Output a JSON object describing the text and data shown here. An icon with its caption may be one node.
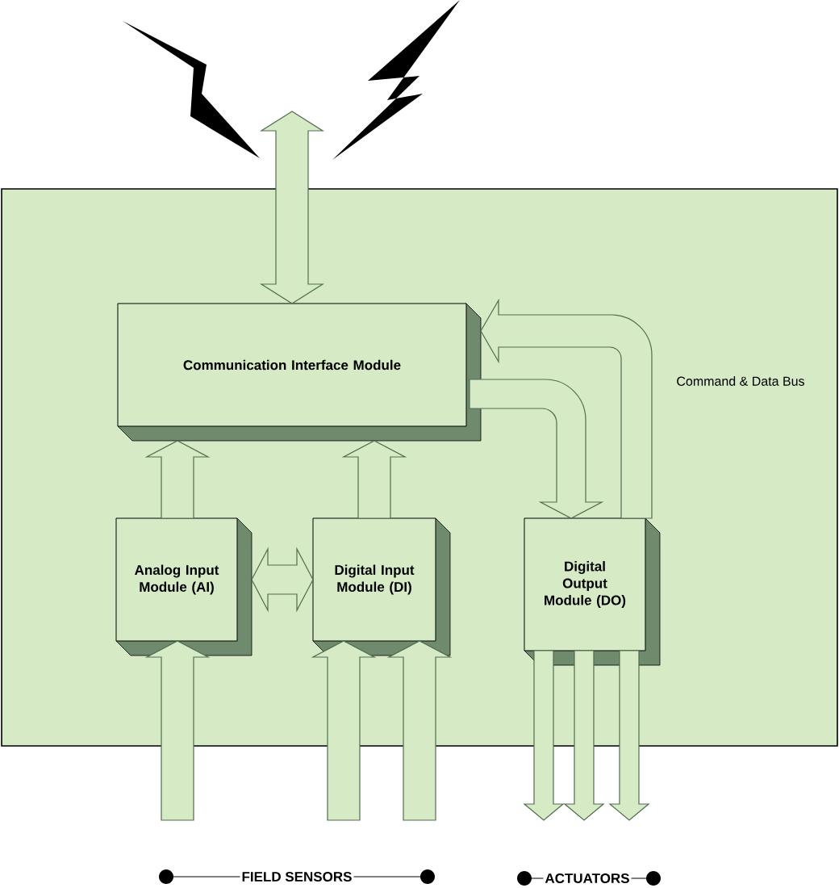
{
  "diagram": {
    "nodes": [
      {
        "text": [],
        "shape": "box"
      },
      {
        "text": [
          "Communication Interface Module"
        ],
        "in": 0
      },
      {
        "text": [
          "Analog Input Module (AI)"
        ],
        "in": 0
      },
      {
        "text": [
          "Digital Input Module (DI)"
        ],
        "in": 0
      },
      {
        "text": [
          "Digital Output Module (DO)"
        ],
        "in": 0
      }
    ],
    "edges": [
      {
        "from": null,
        "to": 1,
        "arrow": "both"
      },
      {
        "from": 2,
        "to": 1,
        "arrow": "to"
      },
      {
        "from": 3,
        "to": 1,
        "arrow": "to"
      },
      {
        "from": 2,
        "to": 3,
        "arrow": "both"
      },
      {
        "from": 1,
        "to": 4,
        "arrow": "to"
      },
      {
        "from": 4,
        "to": 1,
        "arrow": "to"
      },
      {
        "from": null,
        "to": 2,
        "arrow": "to"
      },
      {
        "from": null,
        "to": 3,
        "arrow": "to"
      },
      {
        "from": null,
        "to": 3,
        "arrow": "to"
      },
      {
        "from": 4,
        "to": null,
        "arrow": "to"
      },
      {
        "from": 4,
        "to": null,
        "arrow": "to"
      },
      {
        "from": 4,
        "to": null,
        "arrow": "to"
      }
    ],
    "labels": [
      "Command & Data Bus",
      "FIELD SENSORS",
      "ACTUATORS"
    ]
  }
}
